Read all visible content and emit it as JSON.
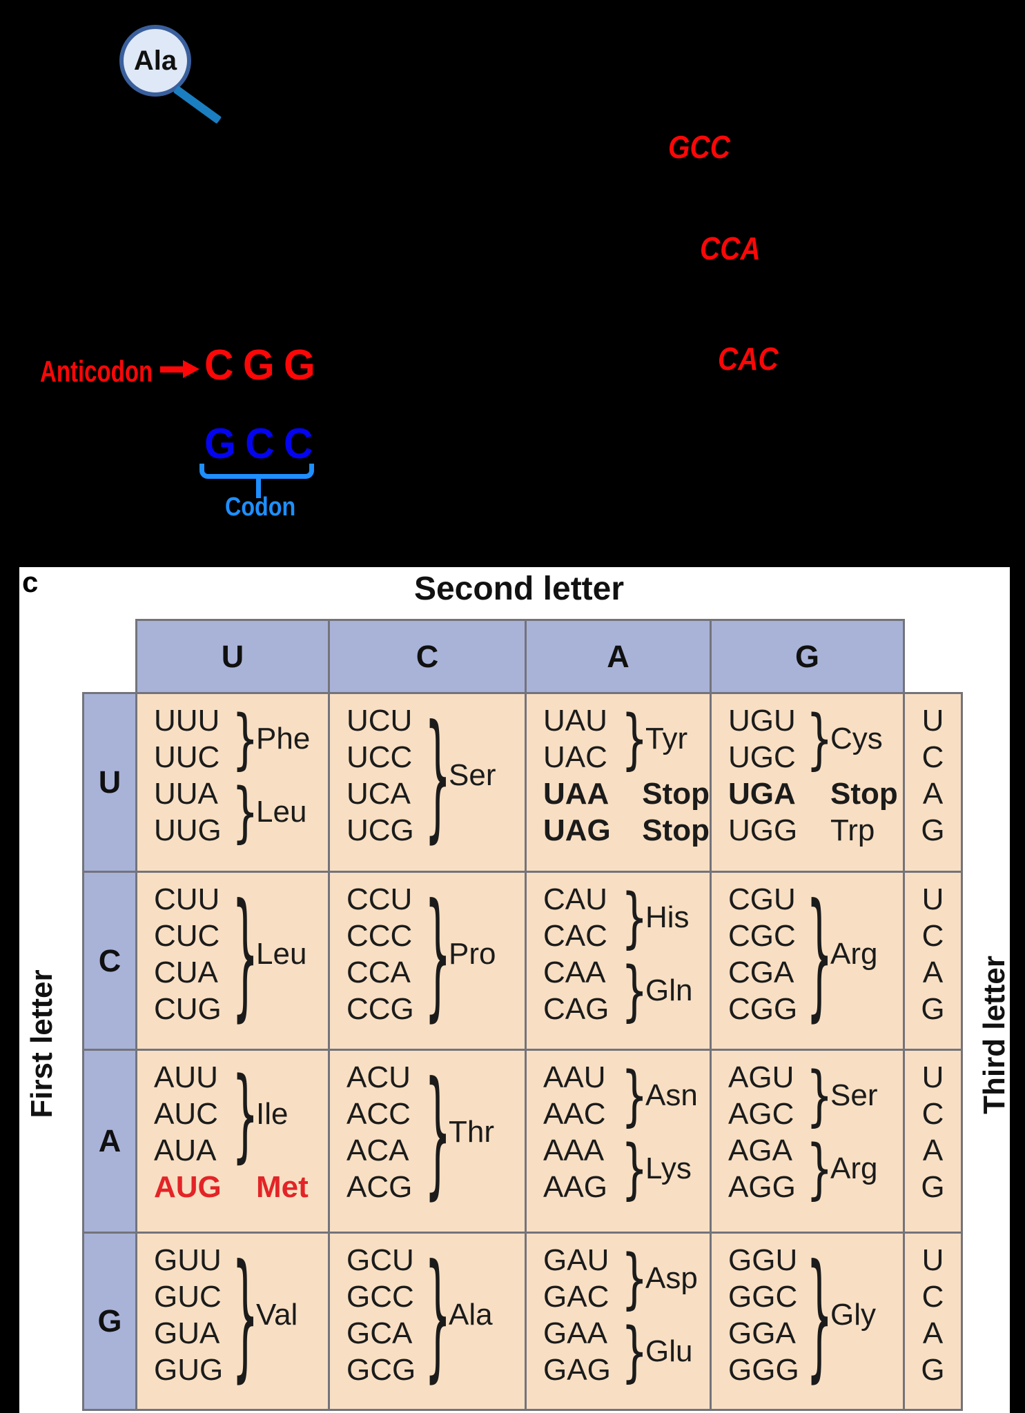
{
  "top_diagram": {
    "amino_acid": "Ala",
    "acceptor_end_labels": [
      "GCC",
      "CCA",
      "CAC"
    ],
    "anticodon_label": "Anticodon",
    "anticodon_sequence": "CGG",
    "codon_sequence": "GCC",
    "codon_label": "Codon",
    "colors": {
      "red": "#fb0707",
      "codon_blue": "#0404ef",
      "bracket_blue": "#1e8fff",
      "handle_blue": "#1b7ec1",
      "circle_fill": "#dfe8f6",
      "circle_ring": "#3a5f9c"
    }
  },
  "panel_label": "c",
  "codon_table": {
    "title": "Second letter",
    "first_letter_label": "First letter",
    "third_letter_label": "Third letter",
    "column_headers": [
      "U",
      "C",
      "A",
      "G"
    ],
    "row_headers": [
      "U",
      "C",
      "A",
      "G"
    ],
    "third_letter_stack": [
      "U",
      "C",
      "A",
      "G"
    ],
    "colors": {
      "header_fill": "#a9b3d8",
      "cell_fill": "#f8dfc3",
      "border_gray": "#73737b",
      "start_codon_red": "#e32427"
    },
    "cells": [
      [
        [
          {
            "codons": [
              "UUU",
              "UUC"
            ],
            "amino": "Phe",
            "type": "brace"
          },
          {
            "codons": [
              "UUA",
              "UUG"
            ],
            "amino": "Leu",
            "type": "brace"
          }
        ],
        [
          {
            "codons": [
              "UCU",
              "UCC",
              "UCA",
              "UCG"
            ],
            "amino": "Ser",
            "type": "brace"
          }
        ],
        [
          {
            "codons": [
              "UAU",
              "UAC"
            ],
            "amino": "Tyr",
            "type": "brace"
          },
          {
            "codons": [
              "UAA"
            ],
            "amino": "Stop",
            "type": "bold"
          },
          {
            "codons": [
              "UAG"
            ],
            "amino": "Stop",
            "type": "bold"
          }
        ],
        [
          {
            "codons": [
              "UGU",
              "UGC"
            ],
            "amino": "Cys",
            "type": "brace"
          },
          {
            "codons": [
              "UGA"
            ],
            "amino": "Stop",
            "type": "bold"
          },
          {
            "codons": [
              "UGG"
            ],
            "amino": "Trp",
            "type": "plain"
          }
        ]
      ],
      [
        [
          {
            "codons": [
              "CUU",
              "CUC",
              "CUA",
              "CUG"
            ],
            "amino": "Leu",
            "type": "brace"
          }
        ],
        [
          {
            "codons": [
              "CCU",
              "CCC",
              "CCA",
              "CCG"
            ],
            "amino": "Pro",
            "type": "brace"
          }
        ],
        [
          {
            "codons": [
              "CAU",
              "CAC"
            ],
            "amino": "His",
            "type": "brace"
          },
          {
            "codons": [
              "CAA",
              "CAG"
            ],
            "amino": "Gln",
            "type": "brace"
          }
        ],
        [
          {
            "codons": [
              "CGU",
              "CGC",
              "CGA",
              "CGG"
            ],
            "amino": "Arg",
            "type": "brace"
          }
        ]
      ],
      [
        [
          {
            "codons": [
              "AUU",
              "AUC",
              "AUA"
            ],
            "amino": "Ile",
            "type": "brace"
          },
          {
            "codons": [
              "AUG"
            ],
            "amino": "Met",
            "type": "red"
          }
        ],
        [
          {
            "codons": [
              "ACU",
              "ACC",
              "ACA",
              "ACG"
            ],
            "amino": "Thr",
            "type": "brace"
          }
        ],
        [
          {
            "codons": [
              "AAU",
              "AAC"
            ],
            "amino": "Asn",
            "type": "brace"
          },
          {
            "codons": [
              "AAA",
              "AAG"
            ],
            "amino": "Lys",
            "type": "brace"
          }
        ],
        [
          {
            "codons": [
              "AGU",
              "AGC"
            ],
            "amino": "Ser",
            "type": "brace"
          },
          {
            "codons": [
              "AGA",
              "AGG"
            ],
            "amino": "Arg",
            "type": "brace"
          }
        ]
      ],
      [
        [
          {
            "codons": [
              "GUU",
              "GUC",
              "GUA",
              "GUG"
            ],
            "amino": "Val",
            "type": "brace"
          }
        ],
        [
          {
            "codons": [
              "GCU",
              "GCC",
              "GCA",
              "GCG"
            ],
            "amino": "Ala",
            "type": "brace"
          }
        ],
        [
          {
            "codons": [
              "GAU",
              "GAC"
            ],
            "amino": "Asp",
            "type": "brace"
          },
          {
            "codons": [
              "GAA",
              "GAG"
            ],
            "amino": "Glu",
            "type": "brace"
          }
        ],
        [
          {
            "codons": [
              "GGU",
              "GGC",
              "GGA",
              "GGG"
            ],
            "amino": "Gly",
            "type": "brace"
          }
        ]
      ]
    ]
  }
}
